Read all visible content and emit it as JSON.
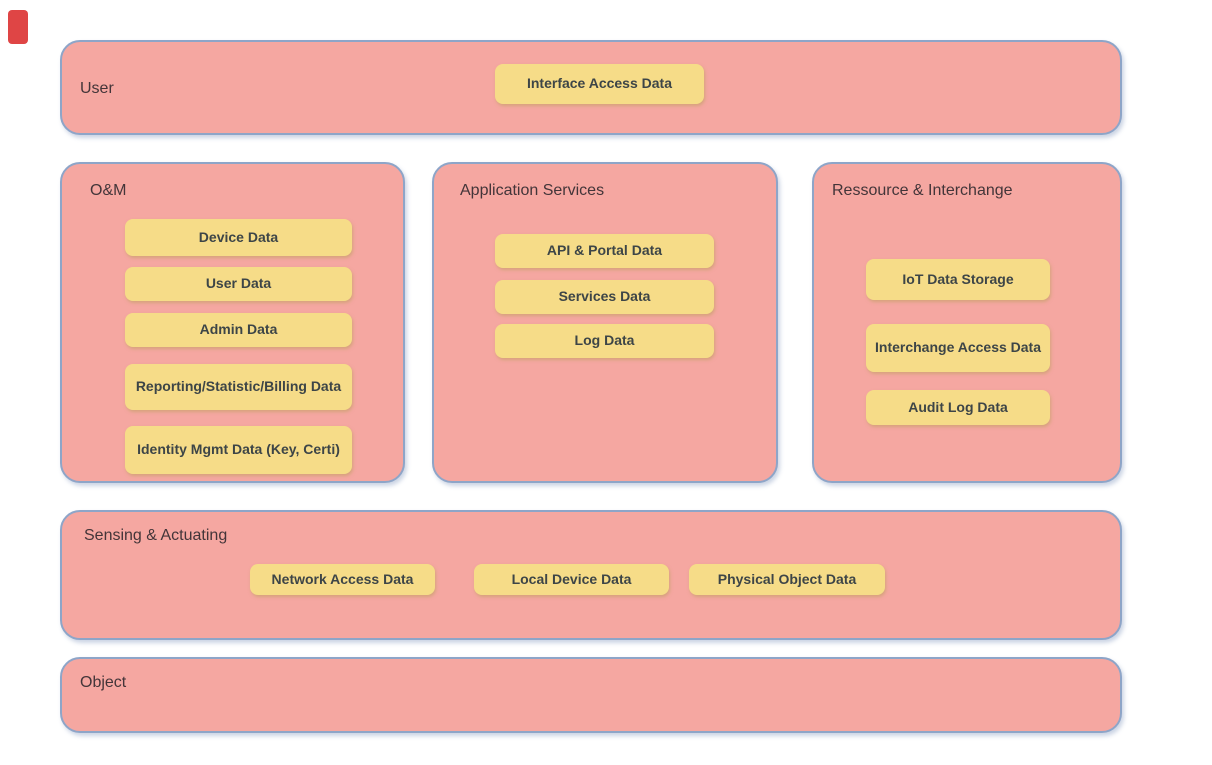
{
  "colors": {
    "background": "#FFFFFF",
    "layer_fill": "#F5A7A1",
    "layer_border": "#8EA5C8",
    "chip_fill": "#F6DC88",
    "chip_text": "#3D4547",
    "title_text": "#433539",
    "stray_marker": "#DF4545"
  },
  "layers": {
    "user": {
      "title": "User",
      "chips": [
        "Interface Access Data"
      ]
    },
    "om": {
      "title": "O&M",
      "chips": [
        "Device Data",
        "User Data",
        "Admin Data",
        "Reporting/Statistic/Billing Data",
        "Identity Mgmt Data (Key, Certi)"
      ]
    },
    "application_services": {
      "title": "Application Services",
      "chips": [
        "API & Portal Data",
        "Services Data",
        "Log Data"
      ]
    },
    "resource_interchange": {
      "title": "Ressource & Interchange",
      "chips": [
        "IoT Data Storage",
        "Interchange Access Data",
        "Audit Log Data"
      ]
    },
    "sensing_actuating": {
      "title": "Sensing & Actuating",
      "chips": [
        "Network Access Data",
        "Local Device Data",
        "Physical Object Data"
      ]
    },
    "object": {
      "title": "Object",
      "chips": []
    }
  }
}
